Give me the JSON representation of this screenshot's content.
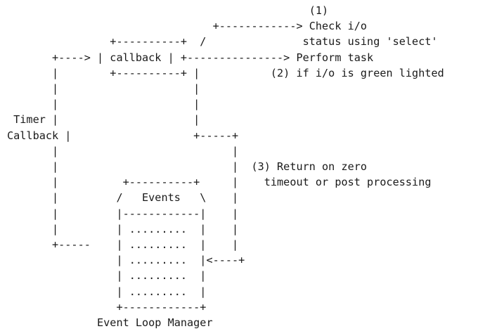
{
  "diagram": {
    "lines": [
      "                                               (1)",
      "                                +------------> Check i/o",
      "                +----------+  /               status using 'select'",
      "       +----> | callback | +---------------> Perform task",
      "       |        +----------+ |           (2) if i/o is green lighted",
      "       |                     |",
      "       |                     |",
      " Timer |                     |",
      "Callback |                   +-----+",
      "       |                           |",
      "       |                           |  (3) Return on zero",
      "       |          +----------+     |    timeout or post processing",
      "       |         /   Events   \\    |",
      "       |         |------------|    |",
      "       |         | .........  |    |",
      "       +-----    | .........  |    |",
      "                 | .........  |<----+",
      "                 | .........  |",
      "                 | .........  |",
      "                 +------------+",
      "              Event Loop Manager"
    ]
  }
}
